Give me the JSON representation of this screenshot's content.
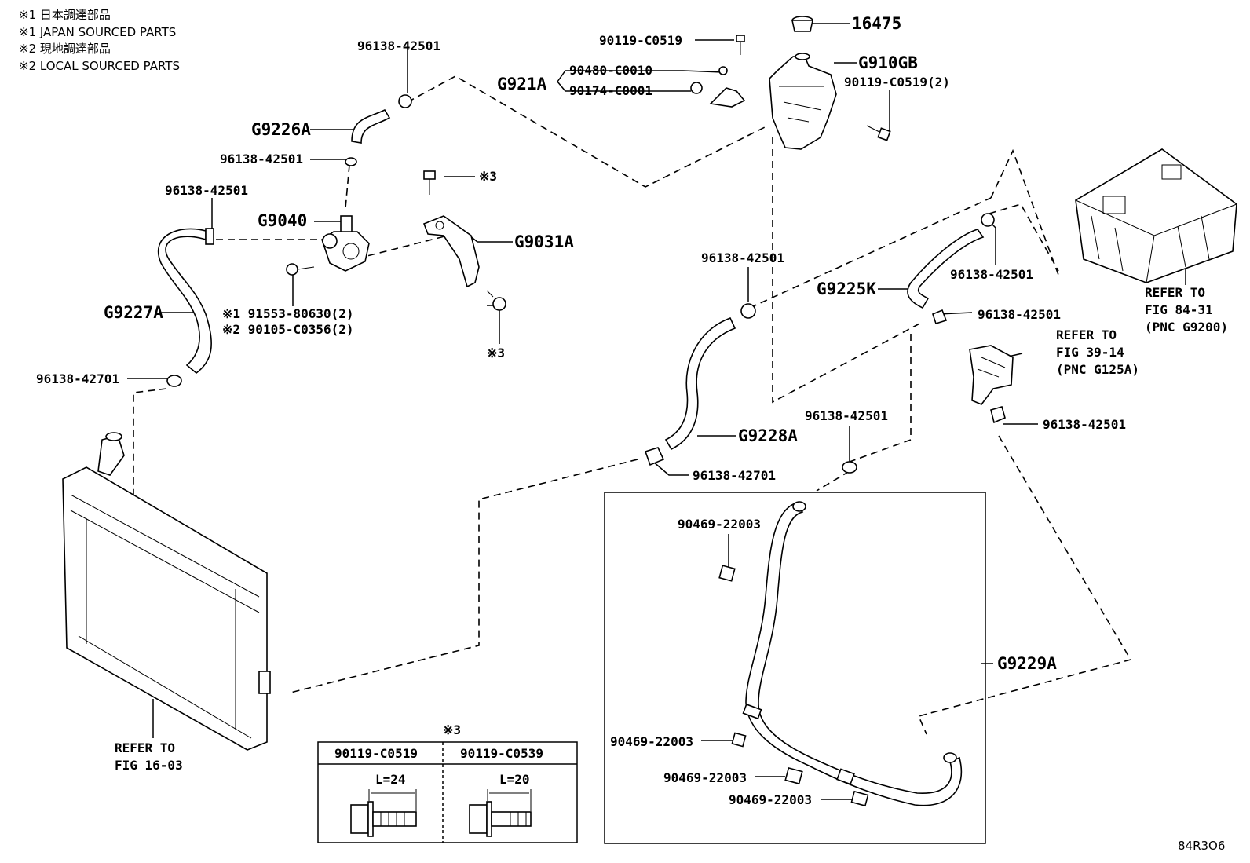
{
  "notes": [
    "※1 日本調達部品",
    "※1 JAPAN SOURCED PARTS",
    "※2 現地調達部品",
    "※2 LOCAL SOURCED PARTS"
  ],
  "labels": {
    "p16475": "16475",
    "p90119_top": "90119-C0519",
    "pG910GB": "G910GB",
    "p90119_2": "90119-C0519(2)",
    "pG921A": "G921A",
    "p90480": "90480-C0010",
    "p90174": "90174-C0001",
    "p96138_a": "96138-42501",
    "pG9226A": "G9226A",
    "p96138_b": "96138-42501",
    "p96138_c": "96138-42501",
    "pG9040": "G9040",
    "pG9031A": "G9031A",
    "pMark3_a": "※3",
    "pMark3_b": "※3",
    "pG9227A": "G9227A",
    "p91553": "※1 91553-80630(2)",
    "p90105": "※2 90105-C0356(2)",
    "p96138_42701_a": "96138-42701",
    "p96138_d": "96138-42501",
    "pG9225K": "G9225K",
    "p96138_e": "96138-42501",
    "p96138_f": "96138-42501",
    "p96138_g": "96138-42501",
    "p96138_h": "96138-42501",
    "pG9228A": "G9228A",
    "p96138_42701_b": "96138-42701",
    "p90469_a": "90469-22003",
    "p90469_b": "90469-22003",
    "p90469_c": "90469-22003",
    "p90469_d": "90469-22003",
    "pG9229A": "G9229A",
    "ref_16_1": "REFER TO",
    "ref_16_2": "FIG 16-03",
    "ref_84_1": "REFER TO",
    "ref_84_2": "FIG 84-31",
    "ref_84_3": "(PNC G9200)",
    "ref_39_1": "REFER TO",
    "ref_39_2": "FIG 39-14",
    "ref_39_3": "(PNC G125A)"
  },
  "bolt_table": {
    "title": "※3",
    "col1": "90119-C0519",
    "col2": "90119-C0539",
    "len1": "L=24",
    "len2": "L=20"
  },
  "diagram_id": "84R3O6"
}
